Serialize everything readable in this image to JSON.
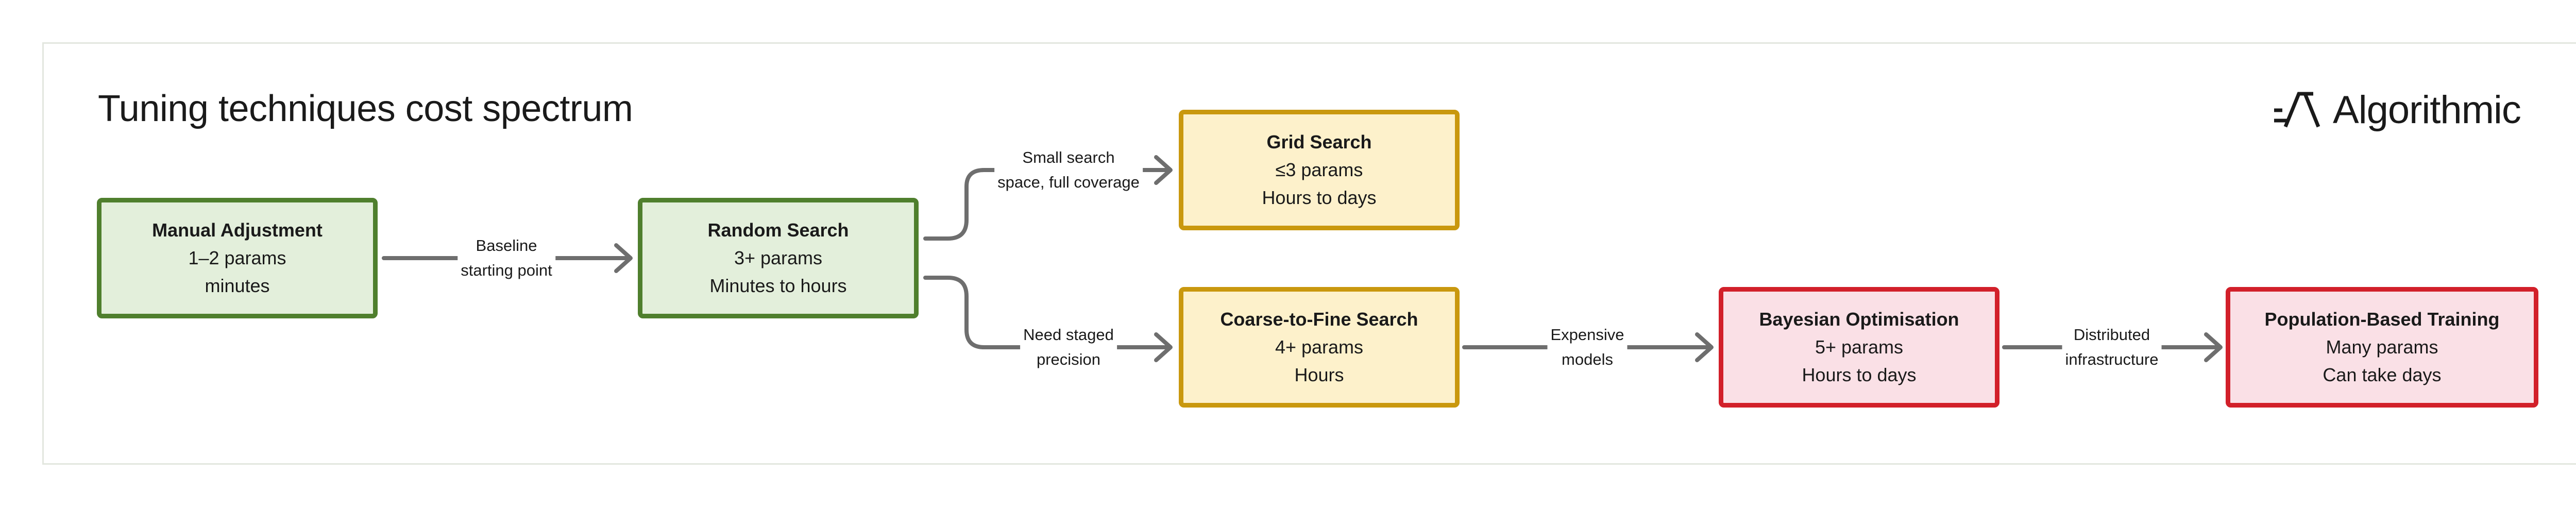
{
  "title": "Tuning techniques cost spectrum",
  "logo": {
    "text": "Algorithmic",
    "icon": "algorithmic-logo-icon"
  },
  "colors": {
    "green_fill": "#e3efdb",
    "green_border": "#4f7f2d",
    "yellow_fill": "#fdf1cb",
    "yellow_border": "#c9980e",
    "red_fill": "#fae0e6",
    "red_border": "#d2202a",
    "edge": "#6e6e6e"
  },
  "nodes": {
    "manual": {
      "name": "Manual Adjustment",
      "params": "1–2 params",
      "time": "minutes"
    },
    "random": {
      "name": "Random Search",
      "params": "3+ params",
      "time": "Minutes to hours"
    },
    "grid": {
      "name": "Grid Search",
      "params": "≤3 params",
      "time": "Hours to days"
    },
    "coarse": {
      "name": "Coarse-to-Fine Search",
      "params": "4+ params",
      "time": "Hours"
    },
    "bayesian": {
      "name": "Bayesian Optimisation",
      "params": "5+ params",
      "time": "Hours to days"
    },
    "population": {
      "name": "Population-Based Training",
      "params": "Many params",
      "time": "Can take days"
    }
  },
  "edges": {
    "manual_random": {
      "line1": "Baseline",
      "line2": "starting point"
    },
    "random_grid": {
      "line1": "Small search",
      "line2": "space, full coverage"
    },
    "random_coarse": {
      "line1": "Need staged",
      "line2": "precision"
    },
    "coarse_bayesian": {
      "line1": "Expensive",
      "line2": "models"
    },
    "bayesian_population": {
      "line1": "Distributed",
      "line2": "infrastructure"
    }
  }
}
